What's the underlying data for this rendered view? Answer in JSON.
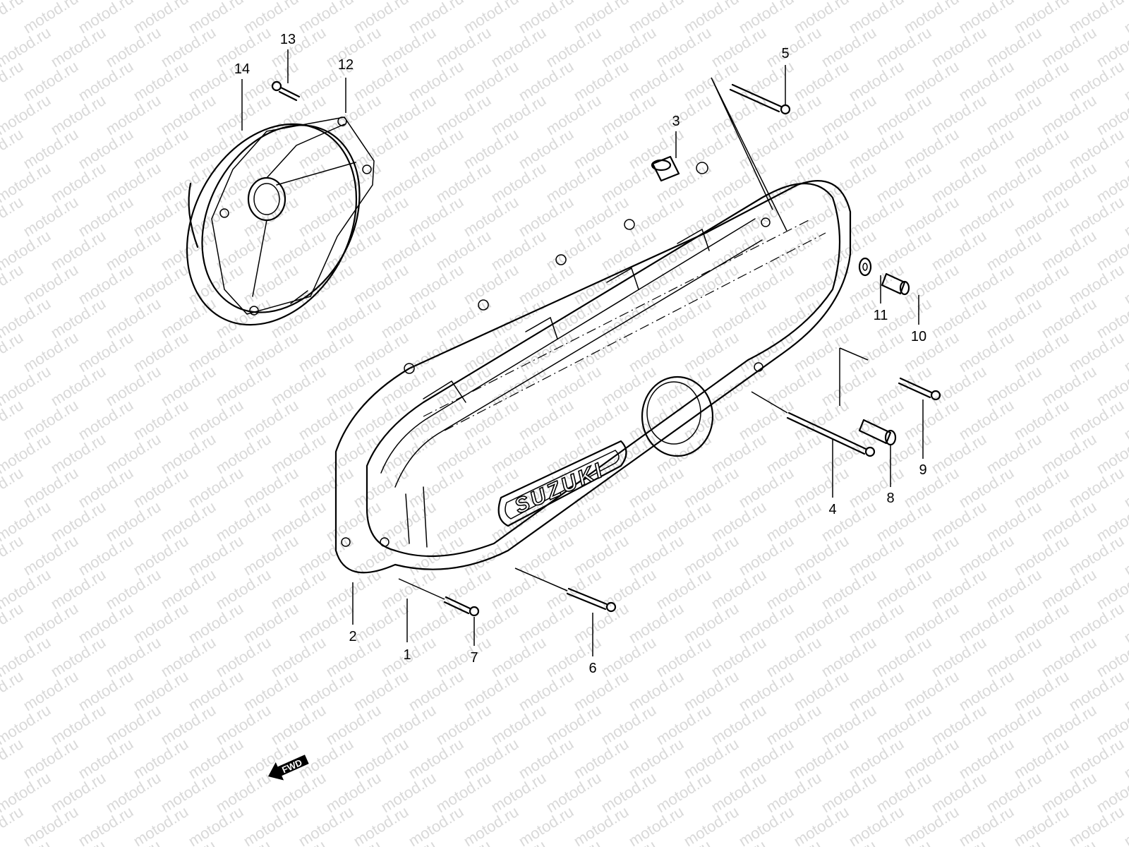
{
  "watermark": {
    "text": "motod.ru"
  },
  "diagram": {
    "brand_text": "SUZUKI",
    "direction_label": "FWD",
    "callouts": [
      "1",
      "2",
      "3",
      "4",
      "5",
      "6",
      "7",
      "8",
      "9",
      "10",
      "11",
      "12",
      "13",
      "14"
    ]
  }
}
